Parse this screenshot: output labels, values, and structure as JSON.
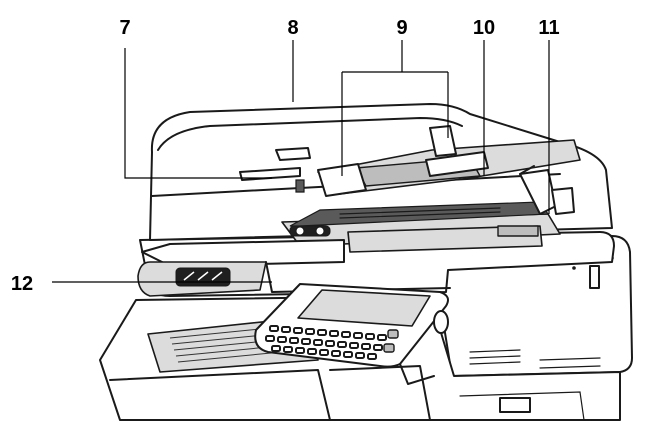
{
  "callouts": [
    {
      "id": "7",
      "label": "7"
    },
    {
      "id": "8",
      "label": "8"
    },
    {
      "id": "9",
      "label": "9"
    },
    {
      "id": "10",
      "label": "10"
    },
    {
      "id": "11",
      "label": "11"
    },
    {
      "id": "12",
      "label": "12"
    }
  ]
}
